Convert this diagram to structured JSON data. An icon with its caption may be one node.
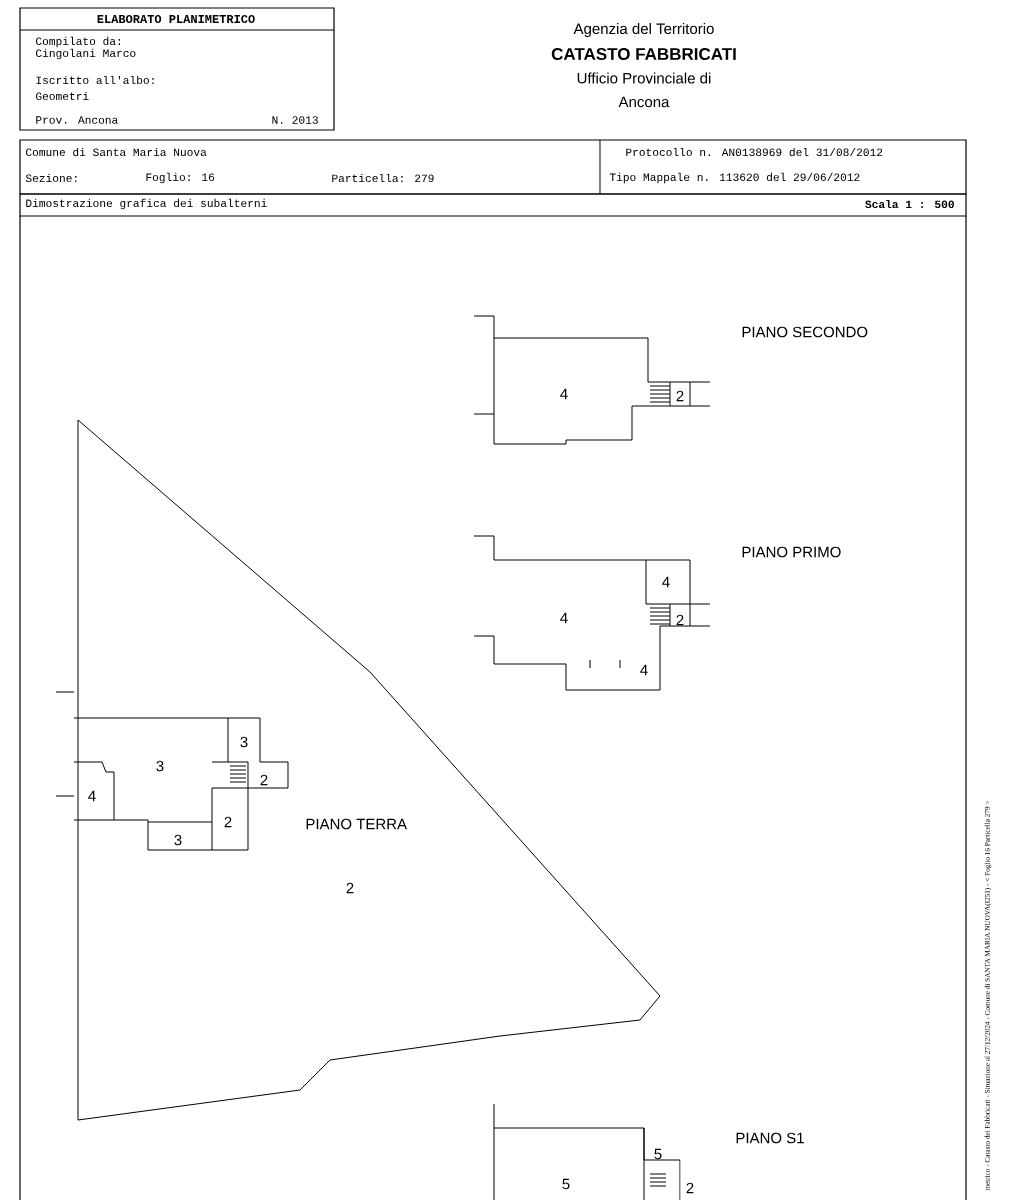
{
  "diagram": {
    "title": "ELABORATO PLANIMETRICO",
    "labels": [
      "Compilato da:",
      "Cingolani Marco",
      "Iscritto all'albo:",
      "Geometri",
      "Prov. Ancona",
      "N. 2013",
      "Agenzia del Territorio",
      "CATASTO FABBRICATI",
      "Ufficio Provinciale di",
      "Ancona",
      "Comune di Santa Maria Nuova",
      "Protocollo n. AN0138969 del 31/08/2012",
      "Sezione:",
      "Foglio: 16",
      "Particella: 279",
      "Tipo Mappale n. 113620 del 29/06/2012",
      "Dimostrazione grafica dei subalterni",
      "Scala 1 : 500",
      "PIANO SECONDO",
      "4",
      "2",
      "PIANO PRIMO",
      "4",
      "4",
      "2",
      "4",
      "3",
      "3",
      "2",
      "4",
      "2",
      "3",
      "PIANO TERRA",
      "2",
      "PIANO S1",
      "5",
      "5",
      "2",
      "metrico - Catasto dei Fabbricati - Situazione al 27/12/2024 - Comune di SANTA MARIA NUOVA(I251) - < Foglio 16 Particella 279 >"
    ]
  }
}
